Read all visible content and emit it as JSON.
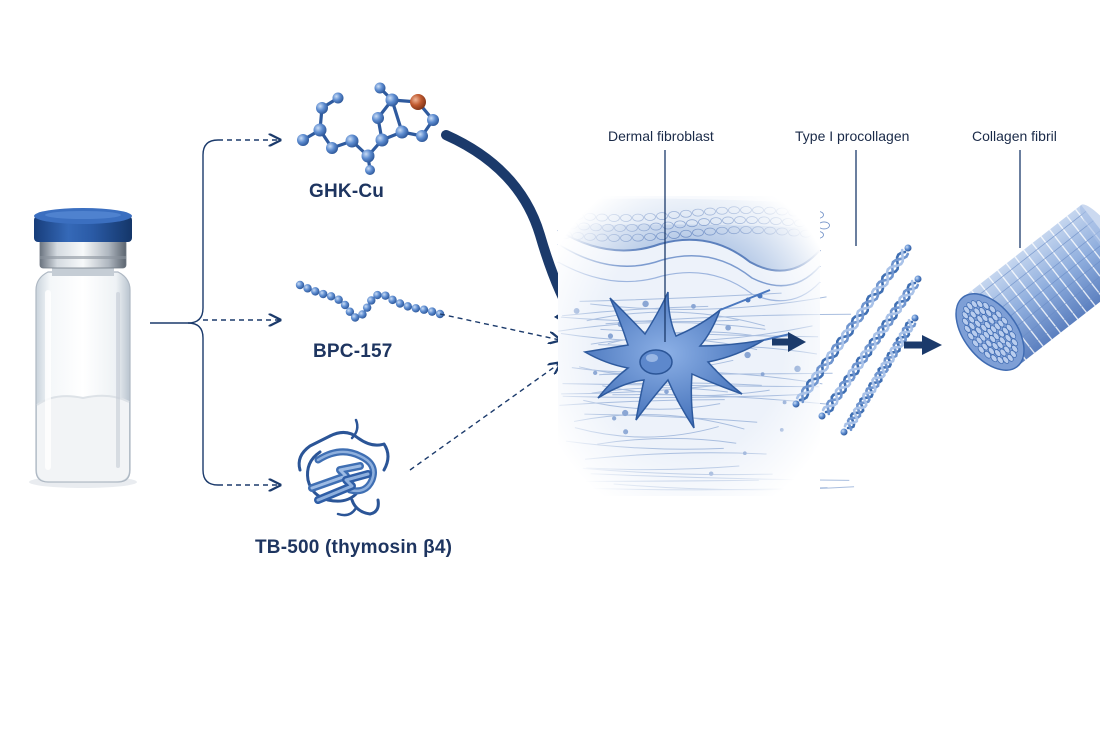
{
  "colors": {
    "navy": "#1b3a6b",
    "blue": "#3f6fb3",
    "light_blue": "#8fb0dd",
    "vial_cap": "#2352a0",
    "copper": "#b5502a",
    "label": "#1e3560"
  },
  "peptides": [
    {
      "id": "ghk-cu",
      "label": "GHK-Cu"
    },
    {
      "id": "bpc-157",
      "label": "BPC-157"
    },
    {
      "id": "tb-500",
      "label": "TB-500 (thymosin β4)"
    }
  ],
  "stages": [
    {
      "id": "fibroblast",
      "label": "Dermal fibroblast"
    },
    {
      "id": "procollagen",
      "label": "Type I procollagen"
    },
    {
      "id": "fibril",
      "label": "Collagen fibril"
    }
  ]
}
